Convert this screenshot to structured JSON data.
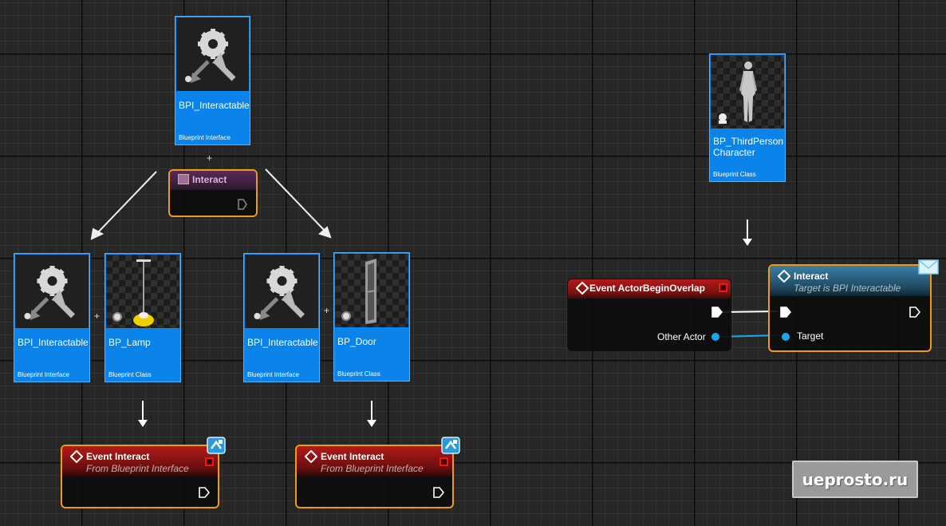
{
  "colors": {
    "card": "#0a84ea",
    "selection": "#f29a16",
    "event_header": "#a81818",
    "function_header": "#2a5c7a",
    "interface_header": "#5a2a5a",
    "data_pin": "#1aa7ec"
  },
  "cards": {
    "bpi_top": {
      "name": "BPI_Interactable",
      "kind": "Blueprint Interface",
      "icon": "interface-icon"
    },
    "bpi_left": {
      "name": "BPI_Interactable",
      "kind": "Blueprint Interface",
      "icon": "interface-icon"
    },
    "bp_lamp": {
      "name": "BP_Lamp",
      "kind": "Blueprint Class",
      "icon": "lamp-icon"
    },
    "bpi_mid": {
      "name": "BPI_Interactable",
      "kind": "Blueprint Interface",
      "icon": "interface-icon"
    },
    "bp_door": {
      "name": "BP_Door",
      "kind": "Blueprint Class",
      "icon": "door-icon"
    },
    "bp_char": {
      "name_line1": "BP_ThirdPerson",
      "name_line2": "Character",
      "kind": "Blueprint Class",
      "icon": "character-icon"
    }
  },
  "plus_sign": "+",
  "interface_node": {
    "title": "Interact"
  },
  "event_left": {
    "title": "Event Interact",
    "subtitle": "From Blueprint Interface"
  },
  "event_mid": {
    "title": "Event Interact",
    "subtitle": "From Blueprint Interface"
  },
  "overlap_node": {
    "title": "Event ActorBeginOverlap",
    "pin_label": "Other Actor"
  },
  "call_node": {
    "title": "Interact",
    "subtitle": "Target is BPI Interactable",
    "pin_label": "Target"
  },
  "watermark": {
    "text": "ueprosto.ru"
  }
}
